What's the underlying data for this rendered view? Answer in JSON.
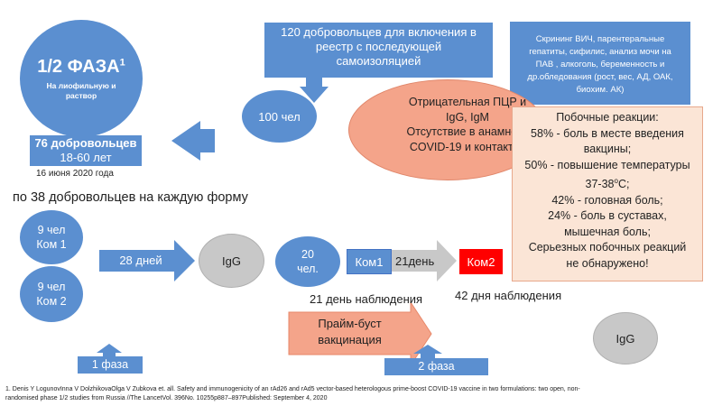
{
  "phase_circle": {
    "title": "1/2 ФАЗА",
    "sup": "1",
    "subtitle": "На лиофильную и раствор"
  },
  "volunteers_box": {
    "line1": "76 добровольцев",
    "line2": "18-60 лет"
  },
  "date": "16 июня 2020 года",
  "top_arrow_box": {
    "line1": "120 добровольцев для включения в",
    "line2": "реестр с последующей",
    "line3": "самоизоляцией"
  },
  "screening_box": {
    "line1": "Скрининг ВИЧ, парентеральные",
    "line2": "гепатиты, сифилис, анализ мочи на",
    "line3": "ПАВ , алкоголь, беременность и",
    "line4": "др.обледования (рост, вес, АД, ОАК,",
    "line5": "биохим. АК)"
  },
  "hundred_circle": "100 чел",
  "pcr_oval": {
    "line1": "Отрицательная ПЦР и",
    "line2": "IgG, IgM",
    "line3": "Отсутствие в анамнезе",
    "line4": "COVID-19 и контактов"
  },
  "side_effects": {
    "lines": [
      "Побочные реакции:",
      "58% - боль в месте введения",
      "вакцины;",
      "50% - повышение температуры",
      "37-38",
      "42% - головная боль;",
      "24% - боль в суставах,",
      "мышечная боль;",
      "Серьезных побочных реакций",
      "не обнаружено!"
    ],
    "temp_sup": "o",
    "temp_suffix": "C;"
  },
  "per_form_label": "по 38 добровольцев на каждую форму",
  "group1": {
    "line1": "9 чел",
    "line2": "Ком 1"
  },
  "group2": {
    "line1": "9 чел",
    "line2": "Ком 2"
  },
  "days28": "28 дней",
  "igg1": "IgG",
  "twenty_circle": {
    "line1": "20",
    "line2": "чел."
  },
  "kom1": "Ком1",
  "days21": "21день",
  "kom2": "Ком2",
  "obs21": "21 день наблюдения",
  "obs42": "42 дня наблюдения",
  "prime_boost": {
    "line1": "Прайм-буст",
    "line2": "вакцинация"
  },
  "igg2": "IgG",
  "phase1": "1 фаза",
  "phase2": "2 фаза",
  "footnote": {
    "line1": "1. Denis Y LogunovInna V DolzhikovaOlga V Zubkova et. all. Safety and immunogenicity of an rAd26 and rAd5 vector-based heterologous prime-boost COVID-19 vaccine in two formulations: two open, non-",
    "line2": "randomised phase 1/2 studies from Russia //The LancetVol. 396No. 10255p887–897Published: September 4, 2020"
  },
  "colors": {
    "blue": "#5b8fd0",
    "salmon": "#f4a48a",
    "peach": "#fbe5d6",
    "red": "#ff0000",
    "grey": "#c8c8c8"
  }
}
